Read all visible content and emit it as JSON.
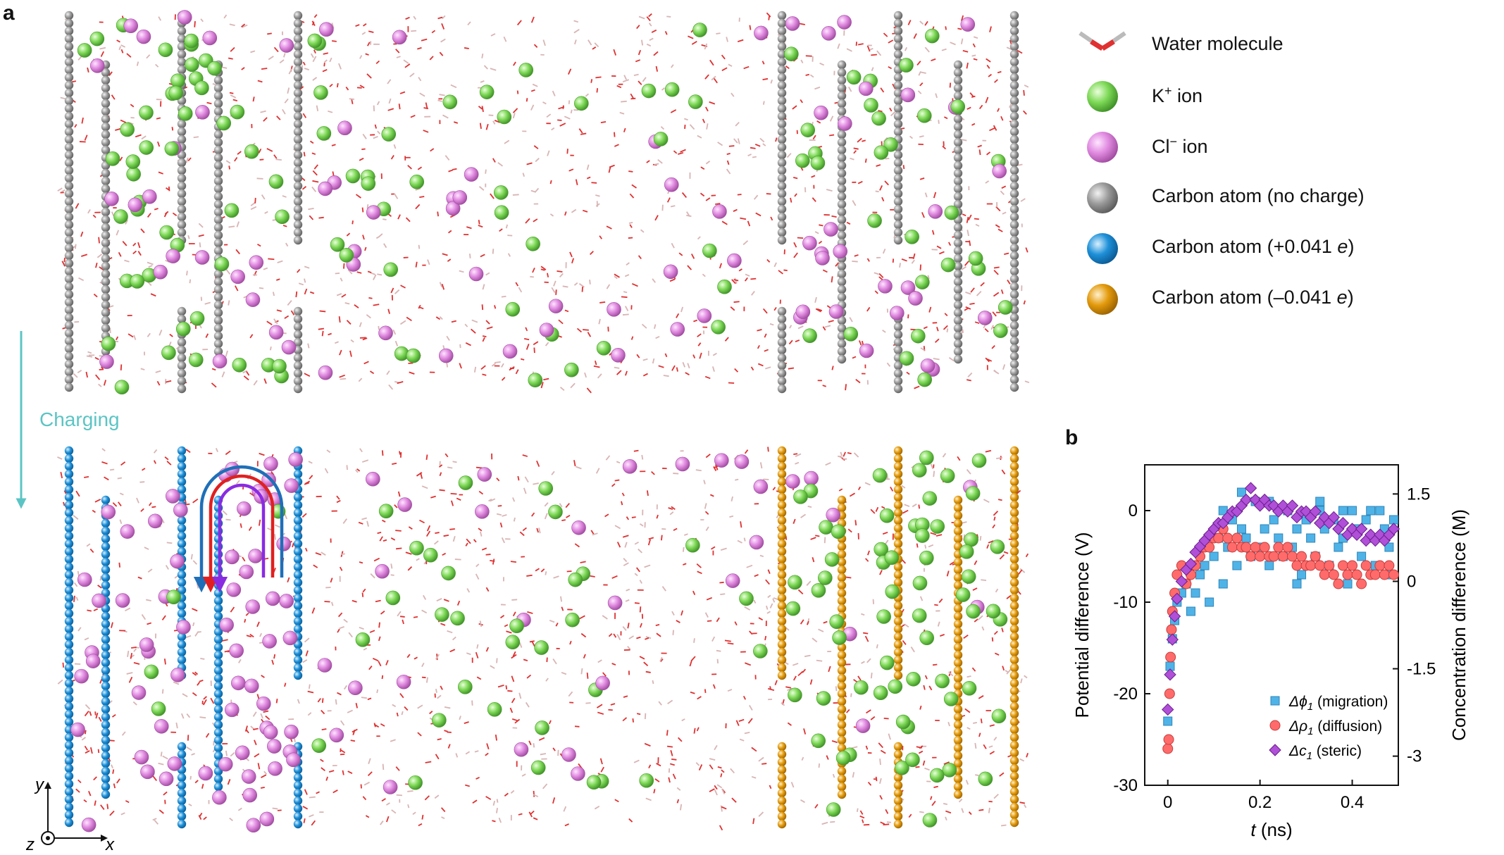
{
  "panels": {
    "a": "a",
    "b": "b"
  },
  "charging_label": "Charging",
  "axes_triad": {
    "y": "y",
    "x": "x",
    "z": "z"
  },
  "legend": {
    "items": [
      {
        "label": "Water molecule",
        "icon": "water-molecule-icon"
      },
      {
        "label_main": "K",
        "label_sup": "+",
        "label_tail": " ion",
        "icon": "k-ion-sphere-icon",
        "color": "#7ed957"
      },
      {
        "label_main": "Cl",
        "label_sup": "−",
        "label_tail": " ion",
        "icon": "cl-ion-sphere-icon",
        "color": "#e08ae0"
      },
      {
        "label": "Carbon atom (no charge)",
        "icon": "carbon-neutral-sphere-icon",
        "color": "#9a9a9a"
      },
      {
        "label_main": "Carbon atom (+0.041 ",
        "label_em": "e",
        "label_tail": ")",
        "icon": "carbon-positive-sphere-icon",
        "color": "#1e90d8"
      },
      {
        "label_main": "Carbon atom (–0.041 ",
        "label_em": "e",
        "label_tail": ")",
        "icon": "carbon-negative-sphere-icon",
        "color": "#e39a0c"
      }
    ]
  },
  "colors": {
    "water": "#e03030",
    "k_ion": "#7ed957",
    "cl_ion": "#e08ae0",
    "carbon_neutral": "#9a9a9a",
    "carbon_positive": "#1e90d8",
    "carbon_negative": "#e39a0c",
    "charging_arrow": "#5cc4c4",
    "path_blue": "#1f6fb8",
    "path_red": "#e02020",
    "path_purple": "#8a2be2",
    "migration": "#4fb3e8",
    "diffusion": "#ff6b6b",
    "steric": "#b04fd8"
  },
  "chart_data": {
    "type": "scatter",
    "xlabel_italic": "t",
    "xlabel_unit": " (ns)",
    "ylabel": "Potential difference (V)",
    "y2label": "Concentration difference (M)",
    "xlim": [
      -0.05,
      0.5
    ],
    "ylim": [
      -30,
      5
    ],
    "y2lim": [
      -3.5,
      2.0
    ],
    "xticks": [
      "0",
      "0.2",
      "0.4"
    ],
    "xtick_values": [
      0,
      0.2,
      0.4
    ],
    "yticks": [
      "0",
      "-10",
      "-20",
      "-30"
    ],
    "ytick_values": [
      0,
      -10,
      -20,
      -30
    ],
    "y2ticks": [
      "1.5",
      "0",
      "-1.5",
      "-3"
    ],
    "y2tick_values": [
      1.5,
      0,
      -1.5,
      -3
    ],
    "series": [
      {
        "name_symbol": "Δϕ",
        "name_sub": "1",
        "name_tail": " (migration)",
        "axis": "left",
        "marker": "square",
        "x": [
          0.0,
          0.005,
          0.01,
          0.015,
          0.02,
          0.03,
          0.04,
          0.05,
          0.06,
          0.07,
          0.08,
          0.09,
          0.1,
          0.11,
          0.12,
          0.13,
          0.14,
          0.15,
          0.16,
          0.17,
          0.18,
          0.19,
          0.2,
          0.21,
          0.22,
          0.23,
          0.24,
          0.25,
          0.26,
          0.27,
          0.28,
          0.29,
          0.3,
          0.31,
          0.32,
          0.33,
          0.34,
          0.35,
          0.36,
          0.37,
          0.38,
          0.39,
          0.4,
          0.41,
          0.42,
          0.43,
          0.44,
          0.45,
          0.46,
          0.47,
          0.48,
          0.49,
          0.12,
          0.16,
          0.22,
          0.28,
          0.33,
          0.38,
          0.44,
          0.48
        ],
        "y": [
          -23,
          -17,
          -14,
          -12,
          -10,
          -9,
          -8,
          -11,
          -9,
          -7,
          -6,
          -10,
          -5,
          -3,
          -8,
          -4,
          -1,
          -6,
          -2,
          -3,
          -5,
          1,
          -4,
          -2,
          -6,
          -1,
          -3,
          -5,
          0,
          -4,
          -2,
          -7,
          -1,
          -3,
          -5,
          0,
          -2,
          -6,
          -1,
          -4,
          -3,
          -8,
          0,
          -2,
          -5,
          -1,
          -3,
          -6,
          0,
          -2,
          -4,
          -1,
          0,
          2,
          1,
          -8,
          1,
          0,
          0,
          -7
        ]
      },
      {
        "name_symbol": "Δρ",
        "name_sub": "1",
        "name_tail": " (diffusion)",
        "axis": "left",
        "marker": "circle",
        "x": [
          0.0,
          0.002,
          0.004,
          0.006,
          0.008,
          0.01,
          0.015,
          0.02,
          0.03,
          0.04,
          0.05,
          0.06,
          0.07,
          0.08,
          0.09,
          0.1,
          0.11,
          0.12,
          0.13,
          0.14,
          0.15,
          0.16,
          0.17,
          0.18,
          0.19,
          0.2,
          0.21,
          0.22,
          0.23,
          0.24,
          0.25,
          0.26,
          0.27,
          0.28,
          0.29,
          0.3,
          0.31,
          0.32,
          0.33,
          0.34,
          0.35,
          0.36,
          0.37,
          0.38,
          0.39,
          0.4,
          0.41,
          0.42,
          0.43,
          0.44,
          0.45,
          0.46,
          0.47,
          0.48,
          0.49
        ],
        "y": [
          -26,
          -25,
          -20,
          -16,
          -13,
          -11,
          -9,
          -7,
          -6,
          -8,
          -7,
          -6,
          -5,
          -4,
          -4,
          -3,
          -3,
          -2,
          -3,
          -4,
          -3,
          -4,
          -4,
          -5,
          -4,
          -5,
          -4,
          -5,
          -5,
          -4,
          -5,
          -4,
          -5,
          -6,
          -5,
          -6,
          -6,
          -5,
          -6,
          -7,
          -6,
          -7,
          -8,
          -6,
          -7,
          -6,
          -7,
          -8,
          -6,
          -7,
          -7,
          -6,
          -7,
          -6,
          -7
        ]
      },
      {
        "name_symbol": "Δc",
        "name_sub": "1",
        "name_tail": " (steric)",
        "axis": "right",
        "marker": "diamond",
        "x": [
          0.0,
          0.005,
          0.01,
          0.015,
          0.02,
          0.03,
          0.04,
          0.05,
          0.06,
          0.07,
          0.08,
          0.09,
          0.1,
          0.11,
          0.12,
          0.13,
          0.14,
          0.15,
          0.16,
          0.17,
          0.18,
          0.19,
          0.2,
          0.21,
          0.22,
          0.23,
          0.24,
          0.25,
          0.26,
          0.27,
          0.28,
          0.29,
          0.3,
          0.31,
          0.32,
          0.33,
          0.34,
          0.35,
          0.36,
          0.37,
          0.38,
          0.39,
          0.4,
          0.41,
          0.42,
          0.43,
          0.44,
          0.45,
          0.46,
          0.47,
          0.48,
          0.49
        ],
        "y": [
          -2.2,
          -1.6,
          -1.0,
          -0.6,
          -0.3,
          0.0,
          0.2,
          0.3,
          0.5,
          0.6,
          0.7,
          0.8,
          0.9,
          1.0,
          1.0,
          1.1,
          1.2,
          1.2,
          1.3,
          1.4,
          1.6,
          1.4,
          1.3,
          1.4,
          1.3,
          1.3,
          1.2,
          1.3,
          1.2,
          1.3,
          1.1,
          1.2,
          1.2,
          1.1,
          1.2,
          1.0,
          1.1,
          1.0,
          1.1,
          0.9,
          1.0,
          0.8,
          0.9,
          0.8,
          0.9,
          0.7,
          0.8,
          0.7,
          0.8,
          0.7,
          0.8,
          0.9
        ]
      }
    ]
  }
}
